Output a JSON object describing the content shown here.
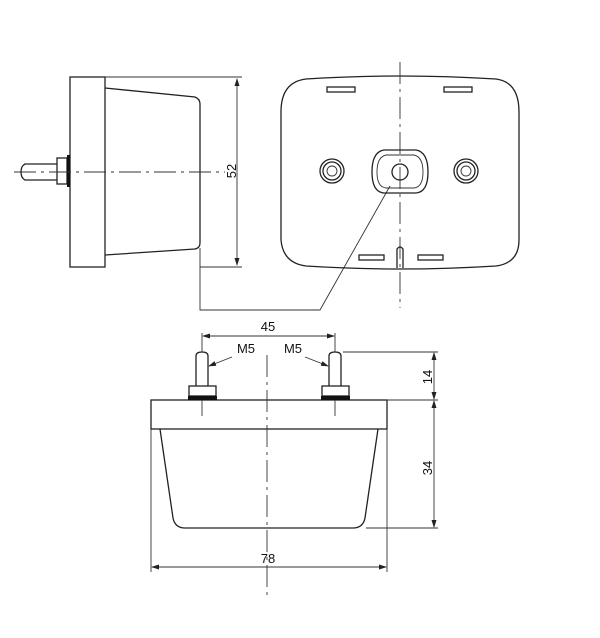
{
  "title": "Lamp technical drawing",
  "dimensions": {
    "height_side": "52",
    "stud_spacing": "45",
    "width": "78",
    "stud_length": "14",
    "body_depth": "34"
  },
  "thread_labels": {
    "left": "M5",
    "right": "M5"
  },
  "colors": {
    "line": "#222222",
    "background": "#ffffff"
  }
}
